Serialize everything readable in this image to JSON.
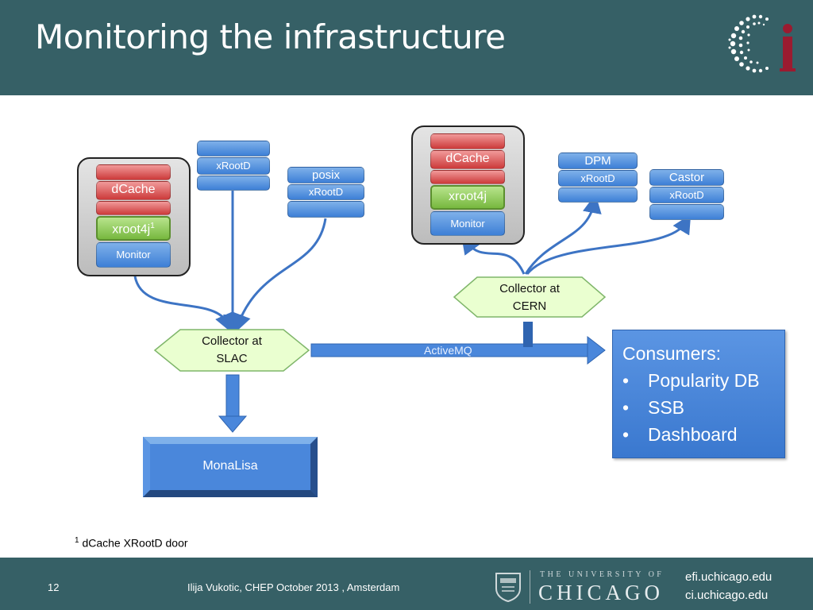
{
  "slide": {
    "title": "Monitoring the infrastructure",
    "page_number": "12",
    "author_line": "Ilija Vukotic, CHEP October 2013 , Amsterdam",
    "links": [
      "efi.uchicago.edu",
      "ci.uchicago.edu"
    ],
    "university_small": "THE UNIVERSITY OF",
    "university_big": "CHICAGO",
    "logo_letters": "Ci"
  },
  "nodes": {
    "slac_dcache": {
      "dcache": "dCache",
      "xroot4j": "xroot4j",
      "sup": "1",
      "monitor": "Monitor"
    },
    "slac_xrootd": {
      "label": "xRootD"
    },
    "slac_posix": {
      "posix": "posix",
      "xrootd": "xRootD"
    },
    "cern_dcache": {
      "dcache": "dCache",
      "xroot4j": "xroot4j",
      "monitor": "Monitor"
    },
    "cern_dpm": {
      "dpm": "DPM",
      "xrootd": "xRootD"
    },
    "cern_castor": {
      "castor": "Castor",
      "xrootd": "xRootD"
    }
  },
  "collectors": {
    "slac": {
      "line1": "Collector at",
      "line2": "SLAC"
    },
    "cern": {
      "line1": "Collector at",
      "line2": "CERN"
    }
  },
  "activemq": "ActiveMQ",
  "monalisa": "MonaLisa",
  "consumers": {
    "title": "Consumers:",
    "bullet": "•",
    "items": [
      "Popularity DB",
      "SSB",
      "Dashboard"
    ]
  },
  "footnote": {
    "mark": "1",
    "text": "dCache XRootD door"
  },
  "colors": {
    "header": "#366066",
    "disk_blue": "#3d7fd6",
    "disk_red": "#cc3a3a",
    "disk_green": "#77b83f",
    "collector_fill": "#eaffd0",
    "logo_accent": "#9b1b30"
  }
}
